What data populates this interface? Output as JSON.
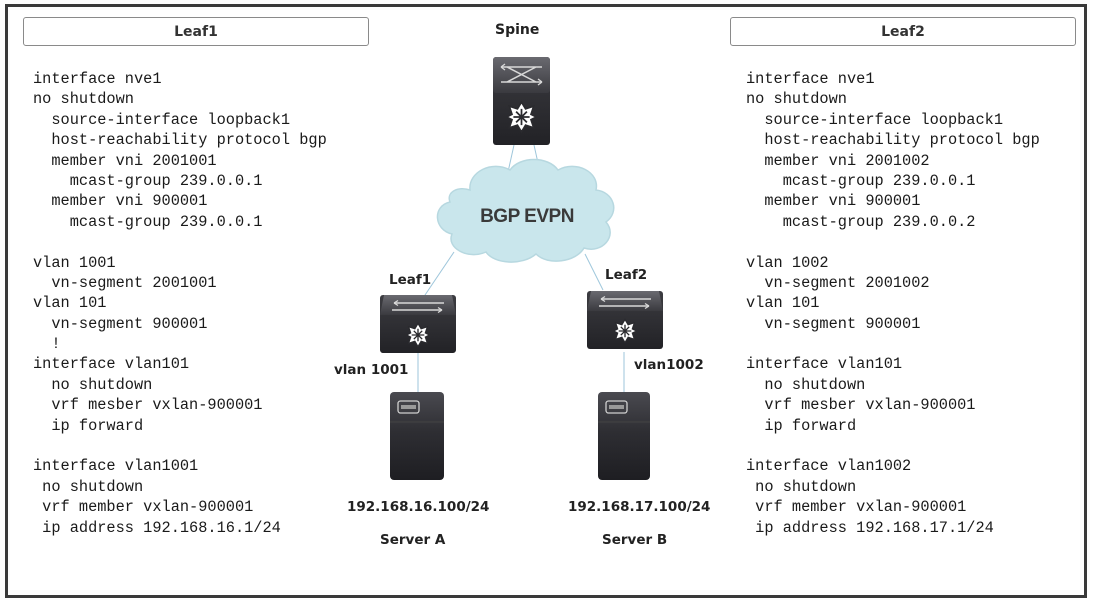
{
  "panels": {
    "left_title": "Leaf1",
    "right_title": "Leaf2"
  },
  "leaf1_config": [
    "interface nve1",
    "no shutdown",
    "  source-interface loopback1",
    "  host-reachability protocol bgp",
    "  member vni 2001001",
    "    mcast-group 239.0.0.1",
    "  member vni 900001",
    "    mcast-group 239.0.0.1",
    "",
    "vlan 1001",
    "  vn-segment 2001001",
    "vlan 101",
    "  vn-segment 900001",
    "  !",
    "interface vlan101",
    "  no shutdown",
    "  vrf mesber vxlan-900001",
    "  ip forward",
    "",
    "interface vlan1001",
    " no shutdown",
    " vrf member vxlan-900001",
    " ip address 192.168.16.1/24"
  ],
  "leaf2_config": [
    "interface nve1",
    "no shutdown",
    "  source-interface loopback1",
    "  host-reachability protocol bgp",
    "  member vni 2001002",
    "    mcast-group 239.0.0.1",
    "  member vni 900001",
    "    mcast-group 239.0.0.2",
    "",
    "vlan 1002",
    "  vn-segment 2001002",
    "vlan 101",
    "  vn-segment 900001",
    "",
    "interface vlan101",
    "  no shutdown",
    "  vrf mesber vxlan-900001",
    "  ip forward",
    "",
    "interface vlan1002",
    " no shutdown",
    " vrf member vxlan-900001",
    " ip address 192.168.17.1/24"
  ],
  "topology": {
    "spine_label": "Spine",
    "cloud_label": "BGP EVPN",
    "leaf1_label": "Leaf1",
    "leaf2_label": "Leaf2",
    "leaf1_vlan": "vlan 1001",
    "leaf2_vlan": "vlan1002",
    "server_a_ip": "192.168.16.100/24",
    "server_b_ip": "192.168.17.100/24",
    "server_a_name": "Server A",
    "server_b_name": "Server B"
  },
  "colors": {
    "cloud_fill": "#c9e6ec",
    "device_dark": "#2f2f33",
    "link": "#9ec6db",
    "frame": "#3a3a3a"
  }
}
